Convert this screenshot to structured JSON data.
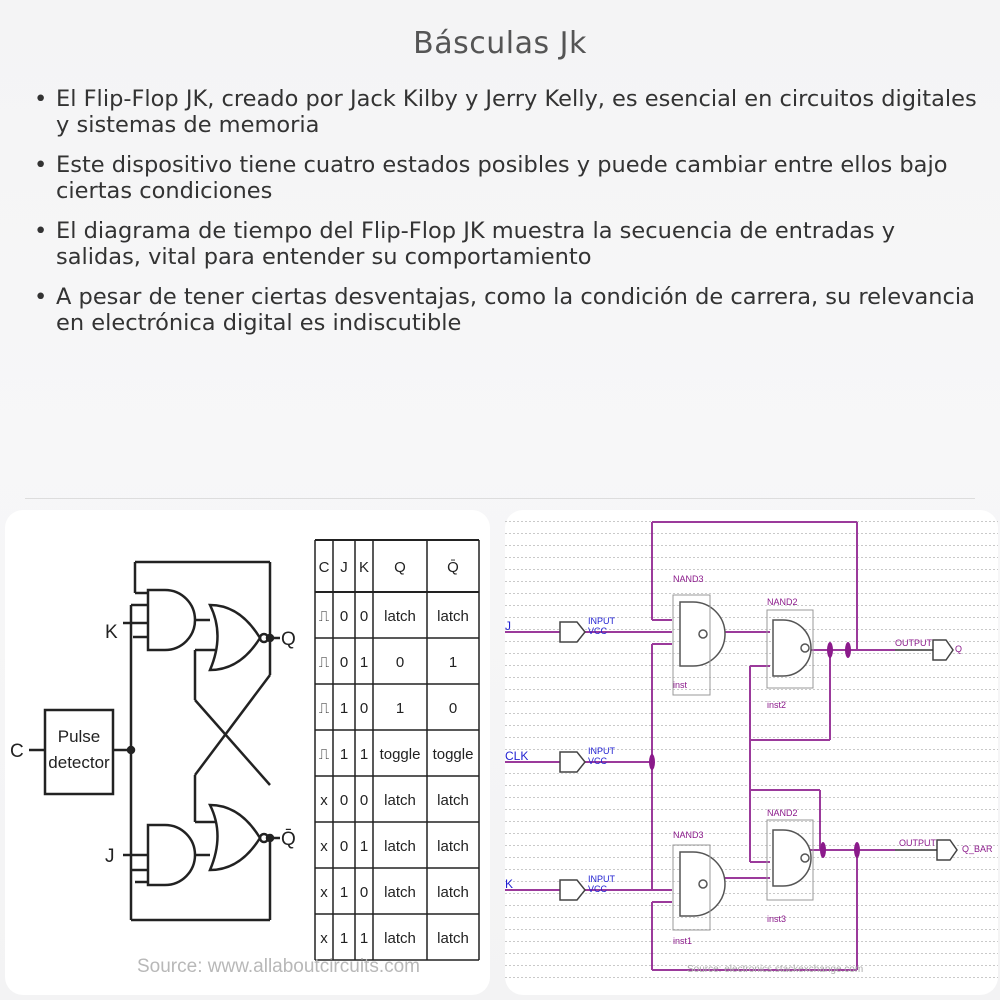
{
  "title": "Básculas Jk",
  "bullets": [
    "El Flip-Flop JK, creado por Jack Kilby y Jerry Kelly, es esencial en circuitos digitales y sistemas de memoria",
    "Este dispositivo tiene cuatro estados posibles y puede cambiar entre ellos bajo ciertas condiciones",
    "El diagrama de tiempo del Flip-Flop JK muestra la secuencia de entradas y salidas, vital para entender su comportamiento",
    "A pesar de tener ciertas desventajas, como la condición de carrera, su relevancia en electrónica digital es indiscutible"
  ],
  "left_diagram": {
    "labels": {
      "k": "K",
      "c": "C",
      "j": "J",
      "q": "Q",
      "qbar": "Q̄",
      "pulse1": "Pulse",
      "pulse2": "detector"
    },
    "source": "Source: www.allaboutcircuits.com"
  },
  "truth_table": {
    "headers": [
      "C",
      "J",
      "K",
      "Q",
      "Q̄"
    ],
    "rows": [
      [
        "⎍",
        "0",
        "0",
        "latch",
        "latch"
      ],
      [
        "⎍",
        "0",
        "1",
        "0",
        "1"
      ],
      [
        "⎍",
        "1",
        "0",
        "1",
        "0"
      ],
      [
        "⎍",
        "1",
        "1",
        "toggle",
        "toggle"
      ],
      [
        "x",
        "0",
        "0",
        "latch",
        "latch"
      ],
      [
        "x",
        "0",
        "1",
        "latch",
        "latch"
      ],
      [
        "x",
        "1",
        "0",
        "latch",
        "latch"
      ],
      [
        "x",
        "1",
        "1",
        "latch",
        "latch"
      ]
    ]
  },
  "right_diagram": {
    "inputs": [
      "J",
      "CLK",
      "K"
    ],
    "input_tag": "INPUT",
    "vcc": "VCC",
    "gates": [
      "NAND3",
      "NAND2",
      "NAND2",
      "NAND3"
    ],
    "insts": [
      "inst",
      "inst2",
      "inst3",
      "inst1"
    ],
    "output_tag": "OUTPUT",
    "outputs": [
      "Q",
      "Q_BAR"
    ],
    "source": "Source: electronics.stackexchange.com"
  },
  "colors": {
    "wire_purple": "#9b3a9b",
    "input_blue": "#1f1fd1",
    "gate_line": "#555555"
  }
}
